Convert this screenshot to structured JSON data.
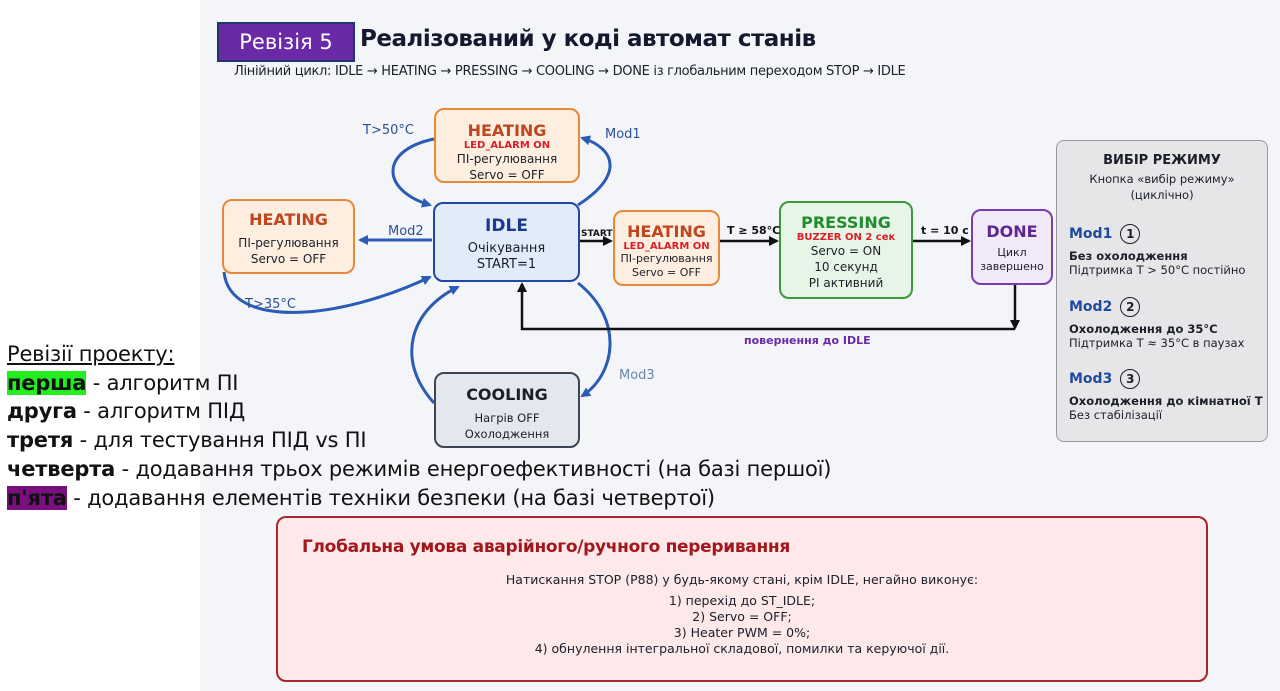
{
  "header": {
    "revision_badge": "Ревізія 5",
    "title": "Реалізований у коді автомат станів",
    "subtitle": "Лінійний цикл: IDLE → HEATING → PRESSING → COOLING → DONE із глобальним переходом STOP → IDLE"
  },
  "states": {
    "heating_top": {
      "title": "HEATING",
      "alarm": "LED_ALARM ON",
      "lines": [
        "ПІ-регулювання",
        "Servo = OFF"
      ]
    },
    "heating_left": {
      "title": "HEATING",
      "lines": [
        "ПІ-регулювання",
        "Servo = OFF"
      ]
    },
    "idle": {
      "title": "IDLE",
      "lines": [
        "Очікування",
        "START=1"
      ]
    },
    "heating_mid": {
      "title": "HEATING",
      "alarm": "LED_ALARM ON",
      "lines": [
        "ПІ-регулювання",
        "Servo = OFF"
      ]
    },
    "pressing": {
      "title": "PRESSING",
      "alarm": "BUZZER ON 2 сек",
      "lines": [
        "Servo = ON",
        "10 секунд",
        "PI активний"
      ]
    },
    "done": {
      "title": "DONE",
      "lines": [
        "Цикл",
        "завершено"
      ]
    },
    "cooling": {
      "title": "COOLING",
      "lines": [
        "Нагрів OFF",
        "Охолодження"
      ]
    }
  },
  "transitions": {
    "t50": "T>50°C",
    "mod1": "Mod1",
    "mod2": "Mod2",
    "t35": "T>35°C",
    "start": "START",
    "t58": "T ≥ 58°C",
    "t10": "t = 10 c",
    "return_idle": "повернення до IDLE",
    "mod3": "Mod3"
  },
  "mode_panel": {
    "title": "ВИБІР РЕЖИМУ",
    "subtitle_1": "Кнопка «вибір режиму»",
    "subtitle_2": "(циклічно)",
    "modes": [
      {
        "name": "Mod1",
        "num": "1",
        "bold": "Без охолодження",
        "desc": "Підтримка T > 50°C постійно"
      },
      {
        "name": "Mod2",
        "num": "2",
        "bold": "Охолодження до 35°C",
        "desc": "Підтримка T ≈ 35°C в паузах"
      },
      {
        "name": "Mod3",
        "num": "3",
        "bold": "Охолодження до кімнатної T",
        "desc": "Без стабілізації"
      }
    ]
  },
  "revisions": {
    "header": "Ревізії проекту:",
    "items": [
      {
        "name": "перша",
        "desc": " - алгоритм ПІ"
      },
      {
        "name": "друга",
        "desc": " - алгоритм ПІД"
      },
      {
        "name": "третя",
        "desc": " - для тестування ПІД vs ПІ"
      },
      {
        "name": "четверта",
        "desc": " - додавання трьох режимів енергоефективності (на базі першої)"
      },
      {
        "name": "п'ята",
        "desc": " - додавання елементів техніки безпеки (на базі четвертої)"
      }
    ]
  },
  "alarm": {
    "title": "Глобальна умова аварійного/ручного переривання",
    "intro": "Натискання STOP (P88) у будь-якому стані, крім IDLE, негайно виконує:",
    "steps": [
      "1) перехід до ST_IDLE;",
      "2) Servo = OFF;",
      "3) Heater PWM = 0%;",
      "4) обнулення інтегральної складової, помилки та керуючої дії."
    ]
  },
  "colors": {
    "badge": "#6a2aa8",
    "heating": "#e8893a",
    "idle": "#1e47a6",
    "pressing": "#3a9a3a",
    "done": "#7a3cb0",
    "alarm": "#a8262b",
    "arrow_blue": "#2a5bb5",
    "highlight_first": "#22ee22",
    "highlight_fifth": "#7a0f80"
  }
}
